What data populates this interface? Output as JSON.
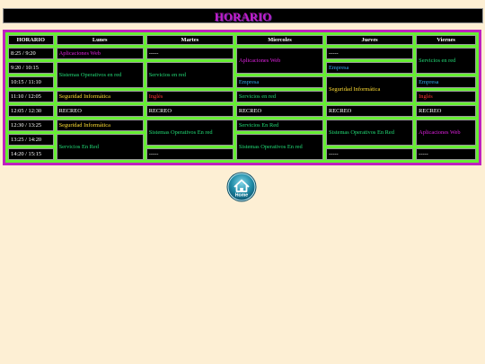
{
  "title": "HORARIO",
  "headers": [
    "HORARIO",
    "Lunes",
    "Martes",
    "Miercoles",
    "Jueves",
    "Viernes"
  ],
  "times": [
    "8:25 / 9:20",
    "9:20 / 10:15",
    "10:15 / 11:10",
    "11:10 / 12:05",
    "12:05 / 12:30",
    "12:30 / 13:25",
    "13:25 / 14:20",
    "14:20 / 15:15"
  ],
  "cells": {
    "lun_0": "Aplicaciones Web",
    "lun_1": "Sistemas Operativos en red",
    "lun_3": "Seguridad Informática",
    "lun_4": "RECREO",
    "lun_5": "Seguridad Informática",
    "lun_6": "Servicios En Red",
    "mar_0": "-----",
    "mar_1": "Servicios en red",
    "mar_3": "Inglés",
    "mar_4": "RECREO",
    "mar_5": "Sistemas Operativos En red",
    "mar_7": "-----",
    "mie_0": "Aplicaciones Web",
    "mie_2": "Empresa",
    "mie_3": "Servicios en red",
    "mie_4": "RECREO",
    "mie_5": "Servicios En Red",
    "mie_6": "Sistemas Operativos En red",
    "jue_0": "-----",
    "jue_1": "Empresa",
    "jue_2": "Seguridad Informática",
    "jue_4": "RECREO",
    "jue_5": "Sistemas Operativos En Red",
    "jue_7": "-----",
    "vie_0": "Servicios en red",
    "vie_2": "Empresa",
    "vie_3": "Inglés",
    "vie_4": "RECREO",
    "vie_5": "Aplicaciones Web",
    "vie_7": "-----"
  },
  "home_label": "Home",
  "colors": {
    "background": "#fdefd4",
    "grid": "#66ee33",
    "border": "#c020c0",
    "title": "#c41cc9"
  }
}
